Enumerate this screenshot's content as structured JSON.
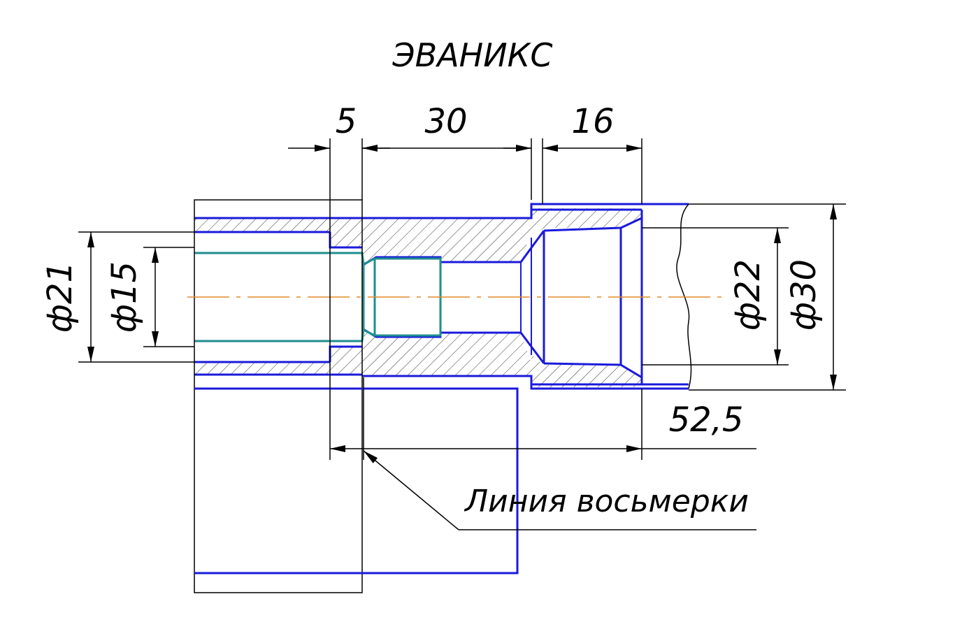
{
  "title": "ЭВАНИКС",
  "dimensions": {
    "len_5": "5",
    "len_30": "30",
    "len_16": "16",
    "len_52_5": "52,5",
    "dia_21": "ф21",
    "dia_15": "ф15",
    "dia_22": "ф22",
    "dia_30": "ф30"
  },
  "note": "Линия восьмерки",
  "colors": {
    "part_outline": "#1a1adb",
    "insert_outline": "#1f8e8e",
    "center_axis": "#e08a2a",
    "dimension_lines": "#000000"
  }
}
